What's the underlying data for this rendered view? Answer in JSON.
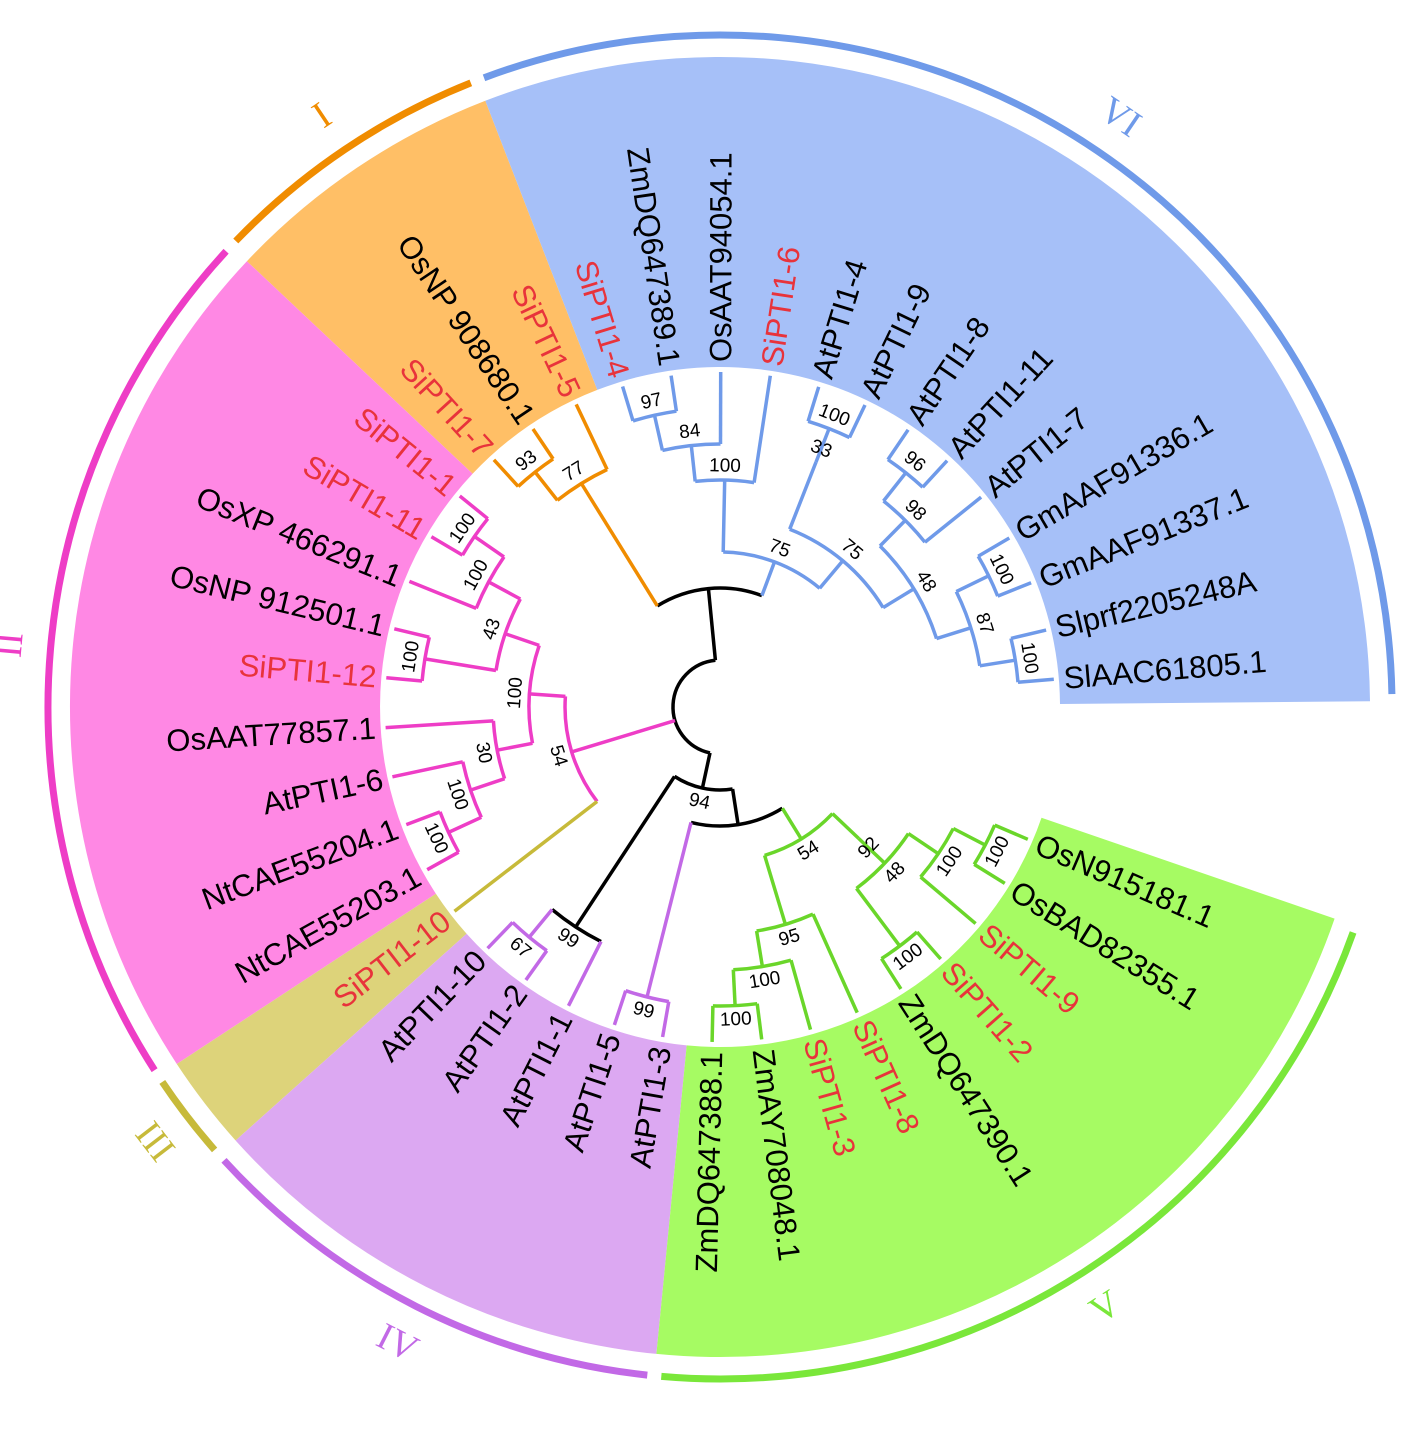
{
  "colors": {
    "Si_label": "#e8333b",
    "other_label": "#000000",
    "I": {
      "fill": "#ffbf66",
      "line": "#f08c00",
      "arc": "#f08c00"
    },
    "II": {
      "fill": "#ff88e4",
      "line": "#ee3dc6",
      "arc": "#ee3dc6"
    },
    "III": {
      "fill": "#ddd37a",
      "line": "#c7ba3a",
      "arc": "#c7ba3a"
    },
    "IV": {
      "fill": "#dca8f2",
      "line": "#c269e6",
      "arc": "#c269e6"
    },
    "V": {
      "fill": "#a6fb63",
      "line": "#6ad62a",
      "arc": "#7ae73a"
    },
    "VI": {
      "fill": "#a6c0f8",
      "line": "#6f9ae9",
      "arc": "#6f9ae9"
    },
    "backbone": "#000000"
  },
  "clades": [
    {
      "id": "I",
      "label": "I"
    },
    {
      "id": "II",
      "label": "II"
    },
    {
      "id": "III",
      "label": "III"
    },
    {
      "id": "IV",
      "label": "IV"
    },
    {
      "id": "V",
      "label": "V"
    },
    {
      "id": "VI",
      "label": "VI"
    }
  ],
  "leaves": [
    {
      "id": "SlAAC",
      "label": "SlAAC61805.1",
      "clade": "VI"
    },
    {
      "id": "Slprf",
      "label": "Slprf2205248A",
      "clade": "VI"
    },
    {
      "id": "Gm37",
      "label": "GmAAF91337.1",
      "clade": "VI"
    },
    {
      "id": "Gm36",
      "label": "GmAAF91336.1",
      "clade": "VI"
    },
    {
      "id": "At7",
      "label": "AtPTI1-7",
      "clade": "VI"
    },
    {
      "id": "At11",
      "label": "AtPTI1-11",
      "clade": "VI"
    },
    {
      "id": "At8",
      "label": "AtPTI1-8",
      "clade": "VI"
    },
    {
      "id": "At9",
      "label": "AtPTI1-9",
      "clade": "VI"
    },
    {
      "id": "At4",
      "label": "AtPTI1-4",
      "clade": "VI"
    },
    {
      "id": "Si6",
      "label": "SiPTI1-6",
      "clade": "VI"
    },
    {
      "id": "OsAAT94",
      "label": "OsAAT94054.1",
      "clade": "VI"
    },
    {
      "id": "ZmDQ389",
      "label": "ZmDQ647389.1",
      "clade": "VI"
    },
    {
      "id": "Si4",
      "label": "SiPTI1-4",
      "clade": "VI"
    },
    {
      "id": "Si5",
      "label": "SiPTI1-5",
      "clade": "I"
    },
    {
      "id": "OsNP908",
      "label": "OsNP 908680.1",
      "clade": "I"
    },
    {
      "id": "Si7",
      "label": "SiPTI1-7",
      "clade": "I"
    },
    {
      "id": "Si1",
      "label": "SiPTI1-1",
      "clade": "II"
    },
    {
      "id": "Si11",
      "label": "SiPTI1-11",
      "clade": "II"
    },
    {
      "id": "OsXP",
      "label": "OsXP 466291.1",
      "clade": "II"
    },
    {
      "id": "OsNP912",
      "label": "OsNP 912501.1",
      "clade": "II"
    },
    {
      "id": "Si12",
      "label": "SiPTI1-12",
      "clade": "II"
    },
    {
      "id": "OsAAT77",
      "label": "OsAAT77857.1",
      "clade": "II"
    },
    {
      "id": "At6",
      "label": "AtPTI1-6",
      "clade": "II"
    },
    {
      "id": "Nt204",
      "label": "NtCAE55204.1",
      "clade": "II"
    },
    {
      "id": "Nt203",
      "label": "NtCAE55203.1",
      "clade": "II"
    },
    {
      "id": "Si10",
      "label": "SiPTI1-10",
      "clade": "III"
    },
    {
      "id": "At10",
      "label": "AtPTI1-10",
      "clade": "IV"
    },
    {
      "id": "At2",
      "label": "AtPTI1-2",
      "clade": "IV"
    },
    {
      "id": "At1",
      "label": "AtPTI1-1",
      "clade": "IV"
    },
    {
      "id": "At5",
      "label": "AtPTI1-5",
      "clade": "IV"
    },
    {
      "id": "At3",
      "label": "AtPTI1-3",
      "clade": "IV"
    },
    {
      "id": "ZmDQ388",
      "label": "ZmDQ647388.1",
      "clade": "V"
    },
    {
      "id": "ZmAY",
      "label": "ZmAY708048.1",
      "clade": "V"
    },
    {
      "id": "Si3",
      "label": "SiPTI1-3",
      "clade": "V"
    },
    {
      "id": "Si8",
      "label": "SiPTI1-8",
      "clade": "V"
    },
    {
      "id": "ZmDQ390",
      "label": "ZmDQ647390.1",
      "clade": "V"
    },
    {
      "id": "Si2",
      "label": "SiPTI1-2",
      "clade": "V"
    },
    {
      "id": "Si9",
      "label": "SiPTI1-9",
      "clade": "V"
    },
    {
      "id": "OsBAD",
      "label": "OsBAD82355.1",
      "clade": "V"
    },
    {
      "id": "OsN915",
      "label": "OsN915181.1",
      "clade": "V"
    }
  ],
  "tree": [
    {
      "children": [
        {
          "support": "75",
          "clade": "VI",
          "children": [
            {
              "support": "75",
              "clade": "VI",
              "children": [
                {
                  "support": "48",
                  "clade": "VI",
                  "children": [
                    {
                      "support": "87",
                      "clade": "VI",
                      "children": [
                        {
                          "support": "100",
                          "clade": "VI",
                          "children": [
                            "SlAAC",
                            "Slprf"
                          ]
                        },
                        {
                          "support": "100",
                          "clade": "VI",
                          "children": [
                            "Gm37",
                            "Gm36"
                          ]
                        }
                      ]
                    },
                    {
                      "support": "98",
                      "clade": "VI",
                      "children": [
                        "At7",
                        {
                          "support": "96",
                          "clade": "VI",
                          "children": [
                            "At11",
                            "At8"
                          ]
                        }
                      ]
                    }
                  ]
                },
                {
                  "support": "33",
                  "clade": "VI",
                  "children": [
                    {
                      "support": "100",
                      "clade": "VI",
                      "children": [
                        "At9",
                        "At4"
                      ]
                    }
                  ]
                }
              ]
            },
            {
              "support": "100",
              "clade": "VI",
              "children": [
                "Si6",
                {
                  "support": "84",
                  "clade": "VI",
                  "children": [
                    "OsAAT94",
                    {
                      "support": "97",
                      "clade": "VI",
                      "children": [
                        "ZmDQ389",
                        "Si4"
                      ]
                    }
                  ]
                }
              ]
            }
          ]
        },
        {
          "support": "77",
          "clade": "I",
          "children": [
            "Si5",
            {
              "support": "93",
              "clade": "I",
              "children": [
                "OsNP908",
                "Si7"
              ]
            }
          ]
        }
      ]
    },
    {
      "support": "54",
      "clade": "II",
      "children": [
        {
          "support": "100",
          "clade": "II",
          "children": [
            {
              "support": "43",
              "clade": "II",
              "children": [
                {
                  "support": "100",
                  "clade": "II",
                  "children": [
                    {
                      "support": "100",
                      "clade": "II",
                      "children": [
                        "Si1",
                        "Si11"
                      ]
                    },
                    "OsXP"
                  ]
                },
                {
                  "support": "100",
                  "clade": "II",
                  "children": [
                    "OsNP912",
                    "Si12"
                  ]
                }
              ]
            },
            {
              "support": "30",
              "clade": "II",
              "children": [
                "OsAAT77",
                {
                  "support": "100",
                  "clade": "II",
                  "children": [
                    "At6",
                    {
                      "support": "100",
                      "clade": "II",
                      "children": [
                        "Nt204",
                        "Nt203"
                      ]
                    }
                  ]
                }
              ]
            }
          ]
        },
        "Si10"
      ]
    },
    {
      "support": "94",
      "children": [
        {
          "support": "99",
          "children": [
            {
              "support": "67",
              "clade": "IV",
              "children": [
                "At10",
                "At2"
              ]
            },
            "At1"
          ]
        },
        {
          "children": [
            {
              "support": "99",
              "clade": "IV",
              "children": [
                "At5",
                "At3"
              ]
            },
            {
              "support": "54",
              "clade": "V",
              "children": [
                {
                  "support": "95",
                  "clade": "V",
                  "children": [
                    {
                      "support": "100",
                      "clade": "V",
                      "children": [
                        {
                          "support": "100",
                          "clade": "V",
                          "children": [
                            "ZmDQ388",
                            "ZmAY"
                          ]
                        },
                        "Si3"
                      ]
                    },
                    "Si8"
                  ]
                },
                {
                  "support": "92",
                  "clade": "V",
                  "children": [
                    {
                      "support": "48",
                      "clade": "V",
                      "children": [
                        {
                          "support": "100",
                          "clade": "V",
                          "children": [
                            "ZmDQ390",
                            "Si2"
                          ]
                        },
                        {
                          "support": "100",
                          "clade": "V",
                          "children": [
                            "Si9",
                            {
                              "support": "100",
                              "clade": "V",
                              "children": [
                                "OsBAD",
                                "OsN915"
                              ]
                            }
                          ]
                        }
                      ]
                    }
                  ]
                }
              ]
            }
          ]
        }
      ]
    }
  ]
}
